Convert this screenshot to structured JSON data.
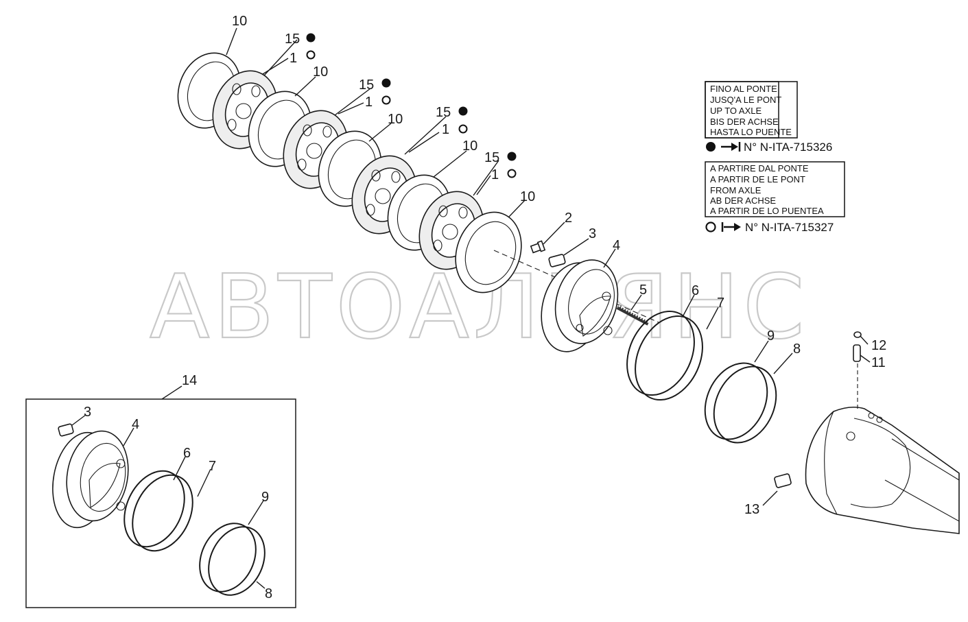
{
  "watermark": "АВТОАЛЬЯНС",
  "legend": {
    "until": {
      "lines": [
        "FINO AL PONTE",
        "JUSQ'A LE PONT",
        "UP TO AXLE",
        "BIS DER ACHSE",
        "HASTA LO PUENTE"
      ],
      "code": "N° N-ITA-715326",
      "marker": "filled-circle-icon"
    },
    "from": {
      "lines": [
        "A PARTIRE DAL PONTE",
        "A PARTIR DE LE PONT",
        "FROM AXLE",
        "AB DER ACHSE",
        "A PARTIR DE LO PUENTEA"
      ],
      "code": "N° N-ITA-715327",
      "marker": "hollow-circle-icon"
    }
  },
  "callouts": {
    "c10a": "10",
    "c15a": "15",
    "c1a": "1",
    "c10b": "10",
    "c15b": "15",
    "c1b": "1",
    "c10c": "10",
    "c15c": "15",
    "c1c": "1",
    "c10d": "10",
    "c15d": "15",
    "c1d": "1",
    "c10e": "10",
    "c2": "2",
    "c3": "3",
    "c4": "4",
    "c5": "5",
    "c6": "6",
    "c7": "7",
    "c9": "9",
    "c8": "8",
    "c12": "12",
    "c11": "11",
    "c13": "13",
    "c14": "14",
    "k3": "3",
    "k4": "4",
    "k6": "6",
    "k7": "7",
    "k9": "9",
    "k8": "8"
  }
}
